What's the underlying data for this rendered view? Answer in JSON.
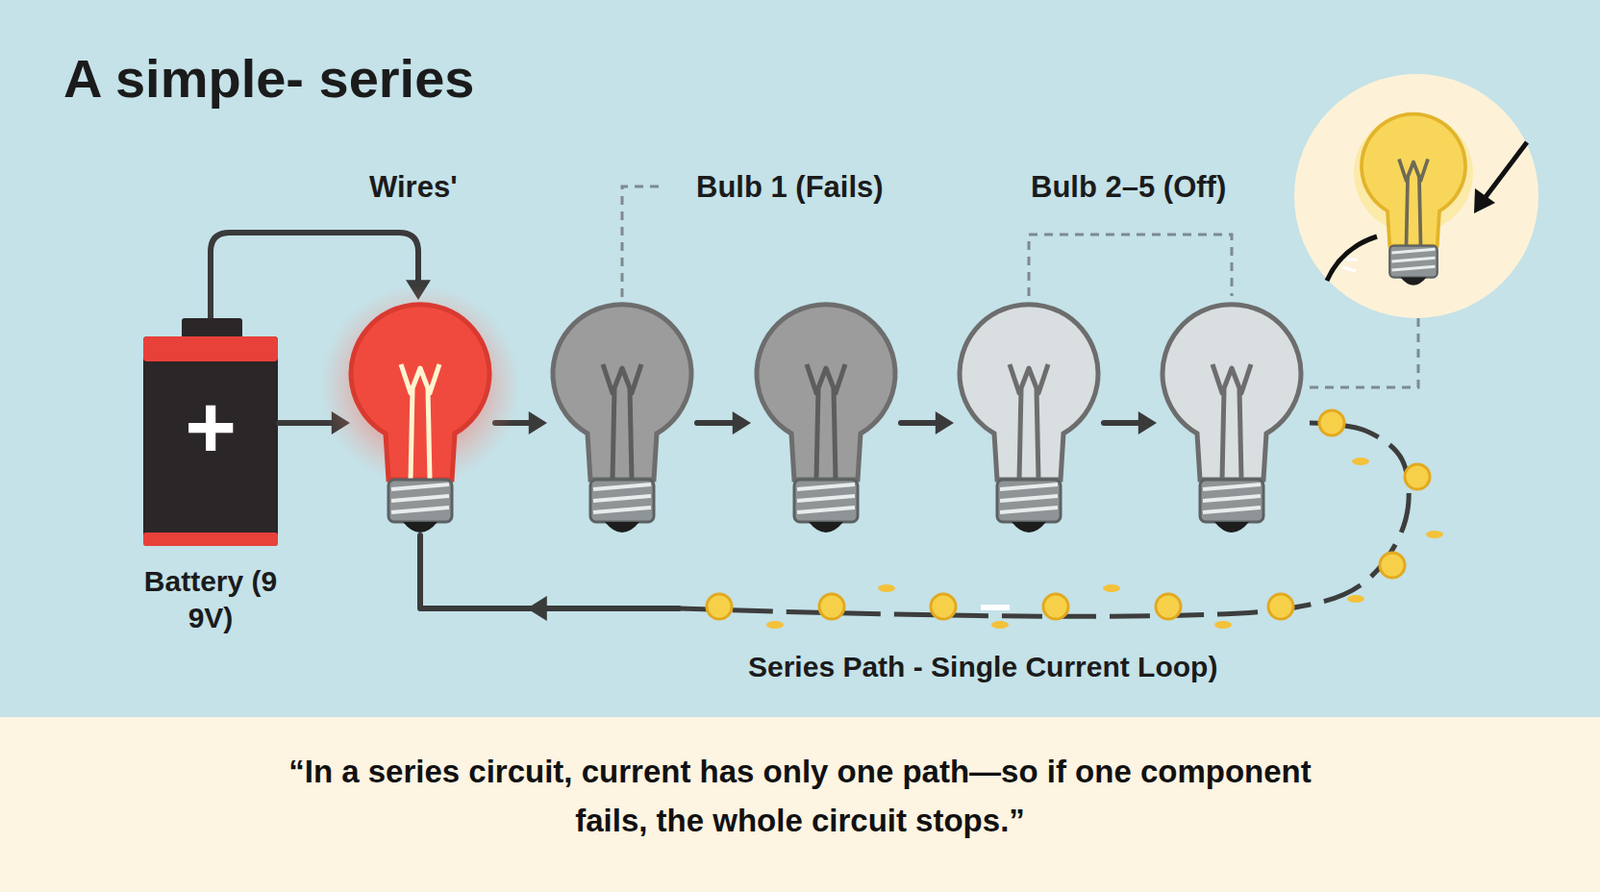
{
  "diagram": {
    "title": "A simple- series",
    "caption": "“In a series circuit, current has only one path—so if one component fails, the whole circuit stops.”",
    "nodes": [
      {
        "text": [
          "+",
          "Battery (9 9V)"
        ]
      }
    ],
    "labels": [
      "Wires'",
      "Bulb 1 (Fails)",
      "Bulb 2–5 (Off)",
      "Series Path - Single Current Loop)"
    ]
  }
}
